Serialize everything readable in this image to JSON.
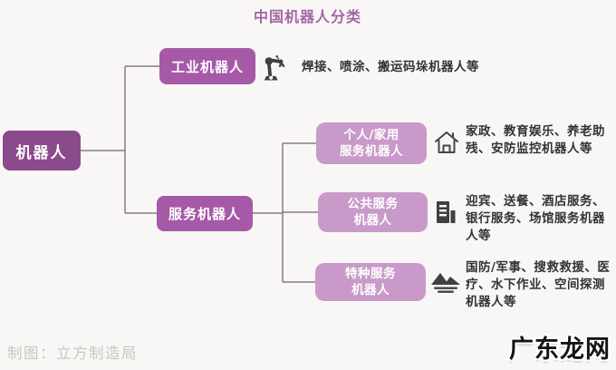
{
  "title": "中国机器人分类",
  "nodes": {
    "root": {
      "label": "机器人"
    },
    "industrial": {
      "label": "工业机器人",
      "icon": "robot-arm-icon",
      "description": "焊接、喷涂、搬运码垛机器人等"
    },
    "service": {
      "label": "服务机器人"
    },
    "personal": {
      "label1": "个人/家用",
      "label2": "服务机器人",
      "icon": "house-icon",
      "description": "家政、教育娱乐、养老助残、安防监控机器人等"
    },
    "public": {
      "label1": "公共服务",
      "label2": "机器人",
      "icon": "building-icon",
      "description": "迎宾、送餐、酒店服务、银行服务、场馆服务机器人等"
    },
    "special": {
      "label1": "特种服务",
      "label2": "机器人",
      "icon": "mountain-icon",
      "description": "国防/军事、搜救救援、医疗、水下作业、空间探测机器人等"
    }
  },
  "footer": {
    "credit": "制图：立方制造局"
  },
  "watermark": "广东龙网",
  "colors": {
    "background": "#f8f7f5",
    "title_text": "#a565a5",
    "root_box": "#8b4a8b",
    "branch_box": "#a659a6",
    "leaf_box": "#c99ac9",
    "node_text": "#ffffff",
    "connector": "#8a7a82",
    "icon": "#404040",
    "description_text": "#333333",
    "credit_text": "#cac6c2",
    "watermark_text": "#141414"
  }
}
